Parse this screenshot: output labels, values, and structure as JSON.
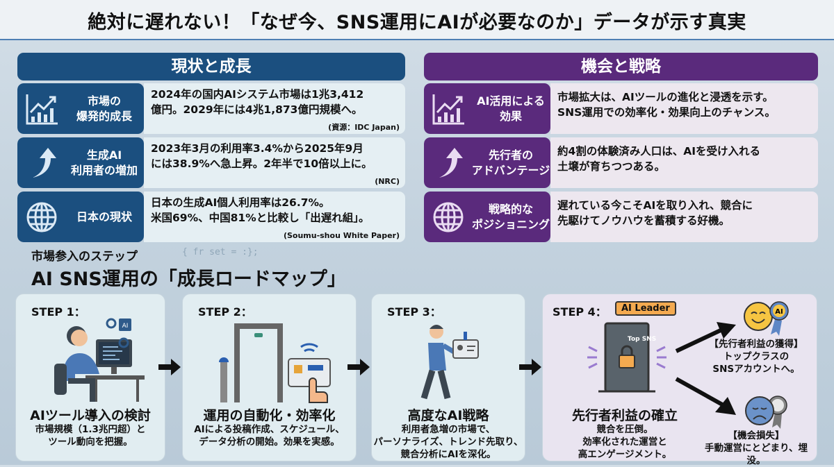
{
  "title": "絶対に遅れない！「なぜ今、SNS運用にAIが必要なのか」データが示す真実",
  "left_panel": {
    "heading": "現状と成長",
    "color": "#1b4f7f",
    "rows": [
      {
        "icon": "chart-up-icon",
        "label": "市場の\n爆発的成長",
        "text": "2024年の国内AIシステム市場は1兆3,412\n億円。2029年には4兆1,873億円規模へ。",
        "source": "(資源：IDC Japan)"
      },
      {
        "icon": "arrow-up-icon",
        "label": "生成AI\n利用者の増加",
        "text": "2023年3月の利用率3.4%から2025年9月\nには38.9%へ急上昇。2年半で10倍以上に。",
        "source": "(NRC)"
      },
      {
        "icon": "globe-icon",
        "label": "日本の現状",
        "text": "日本の生成AI個人利用率は26.7%。\n米国69%、中国81%と比較し「出遅れ組」。",
        "source": "(Soumu-shou White Paper)"
      }
    ]
  },
  "right_panel": {
    "heading": "機会と戦略",
    "color": "#5a2a7c",
    "rows": [
      {
        "icon": "chart-up-icon",
        "label": "AI活用による\n効果",
        "text": "市場拡大は、AIツールの進化と浸透を示す。\nSNS運用での効率化・効果向上のチャンス。"
      },
      {
        "icon": "arrow-up-icon",
        "label": "先行者の\nアドバンテージ",
        "text": "約4割の体験済み人口は、AIを受け入れる\n土壌が育ちつつある。"
      },
      {
        "icon": "globe-icon",
        "label": "戦略的な\nポジショニング",
        "text": "遅れている今こそAIを取り入れ、競合に\n先駆けてノウハウを蓄積する好機。"
      }
    ]
  },
  "roadmap": {
    "kicker": "市場参入のステップ",
    "heading": "AI SNS運用の「成長ロードマップ」",
    "code_snippet": "{ fr set = :};",
    "steps": [
      {
        "step": "STEP 1：",
        "title": "AIツール導入の検討",
        "desc": "市場規模（1.3兆円超）と\nツール動向を把握。"
      },
      {
        "step": "STEP 2：",
        "title": "運用の自動化・効率化",
        "desc": "AIによる投稿作成、スケジュール、\nデータ分析の開始。効果を実感。"
      },
      {
        "step": "STEP 3：",
        "title": "高度なAI戦略",
        "desc": "利用者急増の市場で、\nパーソナライズ、トレンド先取り、\n競合分析にAIを深化。"
      },
      {
        "step": "STEP 4：",
        "badge": "AI Leader",
        "door_label": "Top SNS",
        "title": "先行者利益の確立",
        "desc": "競合を圧倒。\n効率化された運営と\n高エンゲージメント。",
        "outcomes": [
          {
            "title": "【先行者利益の獲得】",
            "desc": "トップクラスの\nSNSアカウントへ。",
            "medal": "AI"
          },
          {
            "title": "【機会損失】",
            "desc": "手動運営にとどまり、埋没。"
          }
        ]
      }
    ]
  }
}
